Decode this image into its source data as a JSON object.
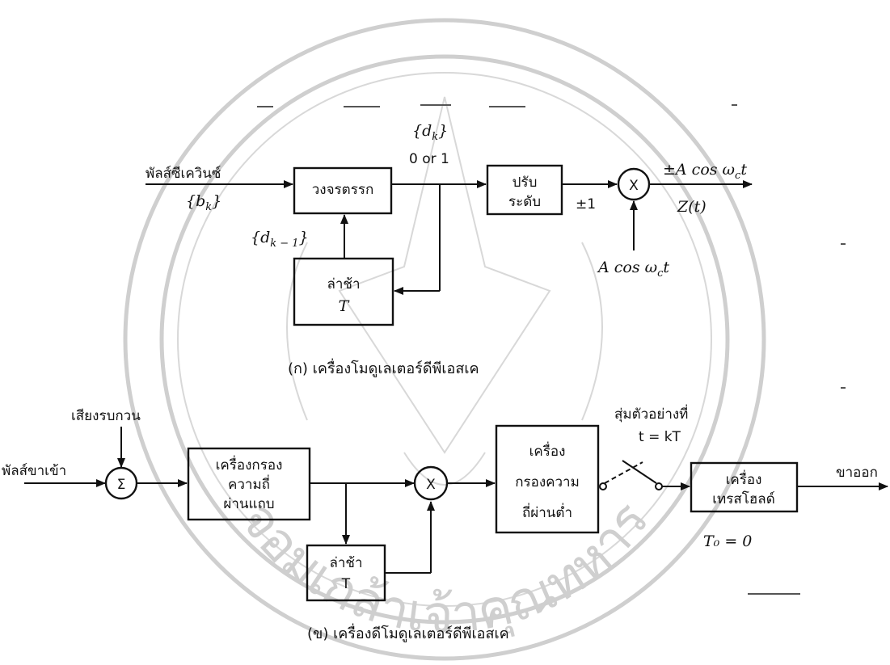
{
  "modulator": {
    "input_label": "พัลส์ซีเควินซ์",
    "input_symbol": "{b_k}",
    "logic_block": "วงจรตรรก",
    "dk_symbol": "{d_k}",
    "dk_values": "0 or 1",
    "dk1_symbol": "{d_k − 1}",
    "delay_line1": "ล่าช้า",
    "delay_line2": "T",
    "level_line1": "ปรับ",
    "level_line2": "ระดับ",
    "pm1": "±1",
    "mult": "X",
    "carrier": "A cos ω_c t",
    "output_top": "±A cos ω_c t",
    "output_bottom": "Z(t)",
    "caption": "(ก) เครื่องโมดูเลเตอร์ดีพีเอสเค"
  },
  "demodulator": {
    "noise_label": "เสียงรบกวน",
    "input_label": "พัลส์ขาเข้า",
    "sum": "Σ",
    "bpf_line1": "เครื่องกรอง",
    "bpf_line2": "ความถี่",
    "bpf_line3": "ผ่านแถบ",
    "mult": "X",
    "delay_line1": "ล่าช้า",
    "delay_line2": "T",
    "lpf_line1": "เครื่อง",
    "lpf_line2": "กรองความ",
    "lpf_line3": "ถี่ผ่านต่ำ",
    "sample_label": "สุ่มตัวอย่างที่",
    "sample_time": "t = kT",
    "thr_line1": "เครื่อง",
    "thr_line2": "เทรสโฮลด์",
    "threshold": "T₀ = 0",
    "output_label": "ขาออก",
    "caption": "(ข) เครื่องดีโมดูเลเตอร์ดีพีเอสเค"
  },
  "watermark": {
    "text": "จอมเกล้าเจ้าคุณทหาร"
  }
}
